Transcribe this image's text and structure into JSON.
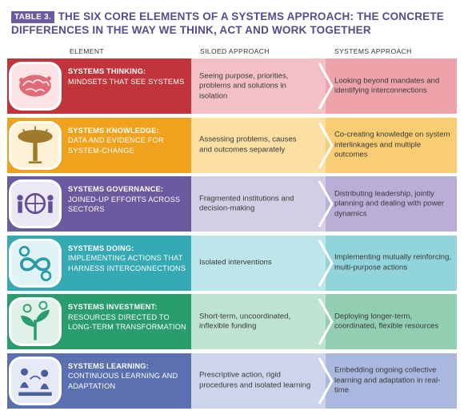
{
  "header": {
    "tag": "TABLE 3.",
    "title_line1": "THE SIX CORE ELEMENTS OF A SYSTEMS APPROACH: THE CONCRETE",
    "title_line2": "DIFFERENCES IN THE WAY WE THINK, ACT AND WORK TOGETHER"
  },
  "columns": {
    "element": "ELEMENT",
    "siloed": "SILOED APPROACH",
    "systems": "SYSTEMS APPROACH"
  },
  "rows": [
    {
      "icon": "brain-icon",
      "title": "SYSTEMS THINKING:",
      "subtitle": "MINDSETS THAT SEE SYSTEMS",
      "siloed": "Seeing purpose, priorities, problems and solutions in isolation",
      "systems": "Looking beyond mandates and identifying interconnections",
      "colors": {
        "element": "#c2343c",
        "siloed": "#f3c1c5",
        "systems": "#eea3aa",
        "icon": "#e06a78"
      }
    },
    {
      "icon": "tree-icon",
      "title": "SYSTEMS KNOWLEDGE:",
      "subtitle": "DATA AND EVIDENCE FOR SYSTEM-CHANGE",
      "siloed": "Assessing problems, causes and outcomes separately",
      "systems": "Co-creating knowledge on system interlinkages and multiple outcomes",
      "colors": {
        "element": "#f0a21c",
        "siloed": "#fbdfa3",
        "systems": "#f8cd74",
        "icon": "#a07a2a"
      }
    },
    {
      "icon": "people-globe-icon",
      "title": "SYSTEMS GOVERNANCE:",
      "subtitle": "JOINED-UP EFFORTS ACROSS SECTORS",
      "siloed": "Fragmented institutions and decision-making",
      "systems": "Distributing leadership, jointly planning and dealing with power dynamics",
      "colors": {
        "element": "#6a5aa0",
        "siloed": "#d3cde6",
        "systems": "#b8aed6",
        "icon": "#5e4f95"
      }
    },
    {
      "icon": "gears-infinity-icon",
      "title": "SYSTEMS DOING:",
      "subtitle": "IMPLEMENTING ACTIONS THAT HARNESS INTERCONNECTIONS",
      "siloed": "Isolated interventions",
      "systems": "Implementing mutually reinforcing, multi-purpose actions",
      "colors": {
        "element": "#35a9b4",
        "siloed": "#bde6ea",
        "systems": "#91d4da",
        "icon": "#2a9aa6"
      }
    },
    {
      "icon": "money-plant-icon",
      "title": "SYSTEMS INVESTMENT:",
      "subtitle": "RESOURCES DIRECTED TO LONG-TERM TRANSFORMATION",
      "siloed": "Short-term, uncoordinated, inflexible funding",
      "systems": "Deploying longer-term, coordinated, flexible resources",
      "colors": {
        "element": "#2a9d6e",
        "siloed": "#bfe3d1",
        "systems": "#92cfb2",
        "icon": "#2a9d6e"
      }
    },
    {
      "icon": "learning-people-icon",
      "title": "SYSTEMS LEARNING:",
      "subtitle": "CONTINUOUS LEARNING AND ADAPTATION",
      "siloed": "Prescriptive action, rigid procedures and isolated learning",
      "systems": "Embedding ongoing collective learning and adaptation in real-time",
      "colors": {
        "element": "#5a70b0",
        "siloed": "#cdd5ec",
        "systems": "#aab7df",
        "icon": "#4a5f9e"
      }
    }
  ]
}
